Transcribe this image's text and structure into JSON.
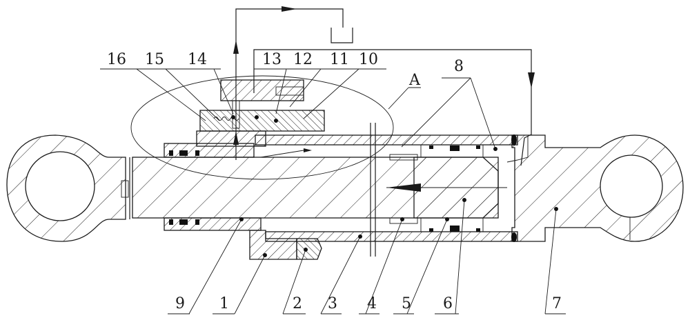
{
  "diagram": {
    "title_marker": "A",
    "callouts_top": [
      "16",
      "15",
      "14",
      "13",
      "12",
      "11",
      "10"
    ],
    "callout_8": "8",
    "callouts_bottom": [
      "9",
      "1",
      "2",
      "3",
      "4",
      "5",
      "6",
      "7"
    ],
    "colors": {
      "ink": "#1a1a1a",
      "paper": "#ffffff",
      "seal": "#111111"
    }
  }
}
